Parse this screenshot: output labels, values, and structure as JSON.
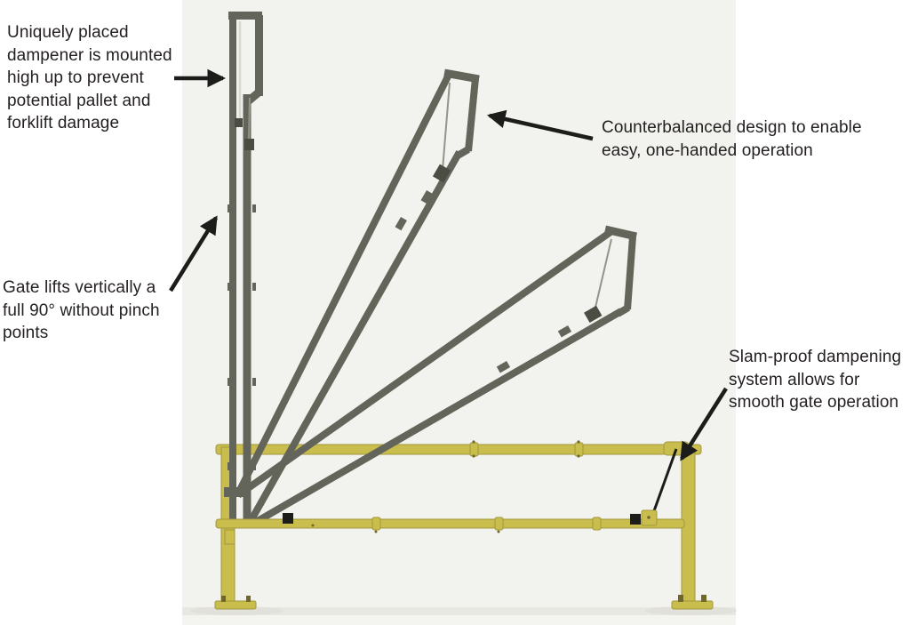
{
  "annotations": {
    "dampener_note": "Uniquely placed\ndampener is mounted\nhigh up to prevent\npotential pallet and\nforklift damage",
    "gate_lift_note": "Gate lifts vertically a\nfull 90° without pinch\npoints",
    "counterbalance_note": "Counterbalanced design to enable\neasy, one-handed operation",
    "dampening_system_note": "Slam-proof dampening\nsystem allows for\nsmooth gate operation"
  },
  "colors": {
    "renderBg": "#f2f2ee",
    "rail": "#c9bd4d",
    "railDark": "#a3983b",
    "railDot": "#6f672a",
    "gate": "#63655a",
    "gateDark": "#4b4d43",
    "rod": "#dadad2",
    "rodDark": "#93958a",
    "ink": "#1c1c1a",
    "text": "#231f20",
    "floorShade": "#e8e8e3",
    "floorLight": "#f4f4f1",
    "shadow": "#dddcd6"
  }
}
